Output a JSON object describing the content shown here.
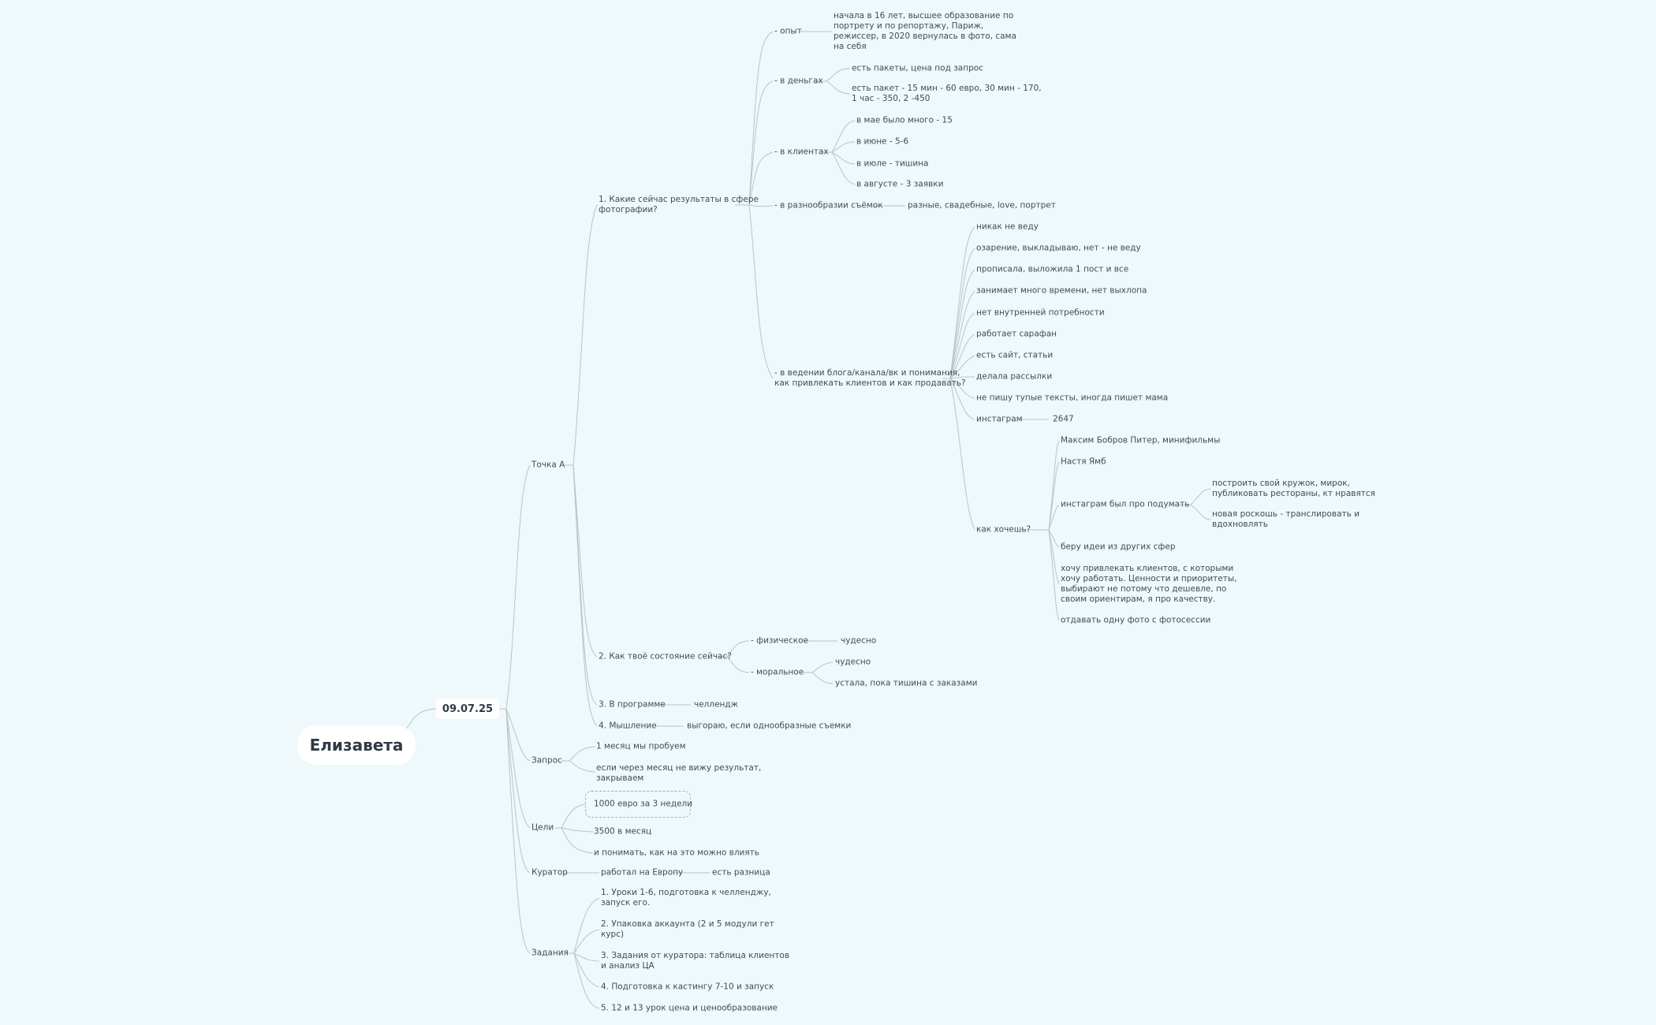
{
  "root": "Елизавета",
  "date": "09.07.25",
  "branches": {
    "tochka_a": "Точка А",
    "zapros": "Запрос",
    "tseli": "Цели",
    "kurator": "Куратор",
    "zadaniya": "Задания"
  },
  "q1": {
    "title_1": "1. Какие сейчас результаты в сфере",
    "title_2": "фотографии?",
    "opyt": "- опыт",
    "opyt_text": [
      "начала в 16 лет, высшее образование по",
      "портрету и по репортажу, Париж,",
      "режиссер, в 2020 вернулась в фото, сама",
      "на себя"
    ],
    "dengi": "- в деньгах",
    "dengi_1": "есть пакеты, цена под запрос",
    "dengi_2": [
      "есть пакет - 15 мин - 60 евро, 30 мин - 170,",
      "1 час - 350, 2 -450"
    ],
    "klienty": "- в клиентах",
    "klienty_items": [
      "в мае было много - 15",
      "в июне - 5-6",
      "в июле - тишина",
      "в августе - 3 заявки"
    ],
    "raznoobrazie": "- в разнообразии съёмок",
    "raznoobrazie_text": "разные, свадебные, love, портрет",
    "blog_1": "- в ведении блога/канала/вк и понимания,",
    "blog_2": "как привлекать клиентов и как продавать?",
    "blog_items": [
      "никак не веду",
      "озарение, выкладываю, нет - не веду",
      "прописала, выложила 1 пост и все",
      "занимает много времени, нет выхлопа",
      "нет внутренней потребности",
      "работает сарафан",
      "есть сайт, статьи",
      "делала рассылки",
      "не пишу тупые тексты, иногда пишет мама"
    ],
    "instagram": "инстаграм",
    "instagram_value": "2647",
    "kak": "как хочешь?",
    "kak_1": "Максим Бобров Питер, минифильмы",
    "kak_2": "Настя Ямб",
    "kak_3": "инстаграм был про подумать",
    "kak_3a": [
      "построить свой кружок, мирок,",
      "публиковать рестораны, кт нравятся"
    ],
    "kak_3b": [
      "новая роскошь - транслировать и",
      "вдохновлять"
    ],
    "kak_4": "беру идеи из других сфер",
    "kak_5": [
      "хочу привлекать клиентов, с которыми",
      "хочу работать. Ценности и приоритеты,",
      "выбирают не потому что дешевле, по",
      "своим ориентирам, я про качеству."
    ],
    "kak_6": "отдавать одну фото с фотосессии"
  },
  "q2": {
    "title": "2. Как твоё состояние сейчас?",
    "fiz": "- физическое",
    "fiz_v": "чудесно",
    "mor": "- моральное",
    "mor_1": "чудесно",
    "mor_2": "устала, пока тишина с заказами"
  },
  "q3": {
    "title": "3. В программе",
    "value": "челлендж"
  },
  "q4": {
    "title": "4. Мышление",
    "value": "выгораю, если однообразные съемки"
  },
  "zapros": {
    "item1": "1 месяц мы пробуем",
    "item2": [
      "если через месяц не вижу результат,",
      "закрываем"
    ]
  },
  "tseli": {
    "item1": "1000 евро за 3 недели",
    "item2": "3500 в месяц",
    "item3": "и понимать, как на это можно влиять"
  },
  "kurator": {
    "item": "работал на Европу",
    "value": "есть разница"
  },
  "zadaniya": {
    "z1": [
      "1. Уроки 1-6, подготовка к челленджу,",
      "запуск его."
    ],
    "z2": [
      "2. Упаковка аккаунта (2 и 5 модули гет",
      "курс)"
    ],
    "z3": [
      "3. Задания от куратора: таблица клиентов",
      "и анализ ЦА"
    ],
    "z4": "4. Подготовка к кастингу 7-10 и запуск",
    "z5": "5. 12 и 13 урок цена и ценообразование"
  }
}
